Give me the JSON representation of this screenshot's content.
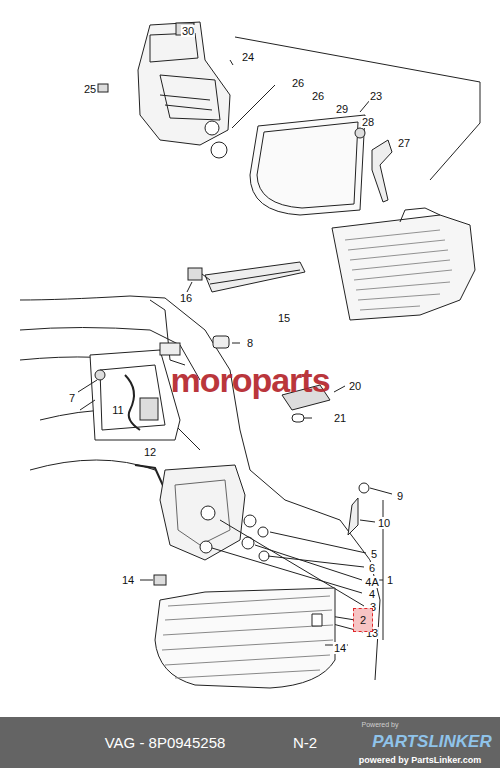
{
  "diagram": {
    "nodes": [
      {
        "text": [
          "2"
        ]
      },
      {
        "text": [
          "VAG - 8P0945258",
          "N-2",
          "Powered by",
          "PARTSLINKER",
          "powered by PartsLinker.com"
        ]
      }
    ],
    "labels": [
      "30",
      "24",
      "25",
      "26",
      "26",
      "29",
      "23",
      "28",
      "27",
      "16",
      "15",
      "8",
      "7",
      "20",
      "11",
      "21",
      "12",
      "9",
      "10",
      "5",
      "6",
      "4A",
      "1",
      "4",
      "3",
      "13",
      "14",
      "14",
      "moroparts"
    ]
  }
}
